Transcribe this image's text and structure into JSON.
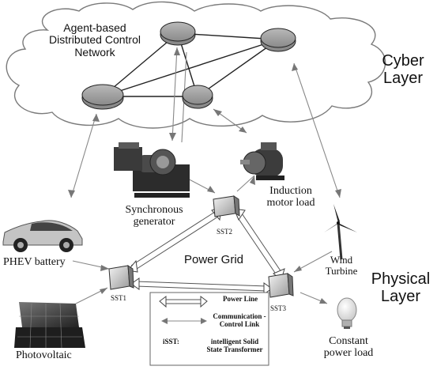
{
  "cloud_label": [
    "Agent-based",
    "Distributed Control",
    "Network"
  ],
  "layers": {
    "cyber": [
      "Cyber",
      "Layer"
    ],
    "physical": [
      "Physical",
      "Layer"
    ]
  },
  "devices": {
    "synchronous_generator": [
      "Synchronous",
      "generator"
    ],
    "induction_motor": [
      "Induction",
      "motor load"
    ],
    "phev": "PHEV battery",
    "photovoltaic": "Photovoltaic",
    "wind_turbine": [
      "Wind",
      "Turbine"
    ],
    "constant_load": [
      "Constant",
      "power load"
    ]
  },
  "power_grid": "Power Grid",
  "ssts": [
    "SST1",
    "SST2",
    "SST3"
  ],
  "legend": {
    "power_line": "Power Line",
    "comm_link": [
      "Communication -",
      "Control Link"
    ],
    "isst_key": "iSST:",
    "isst_desc": [
      "intelligent Solid",
      "State Transformer"
    ]
  }
}
